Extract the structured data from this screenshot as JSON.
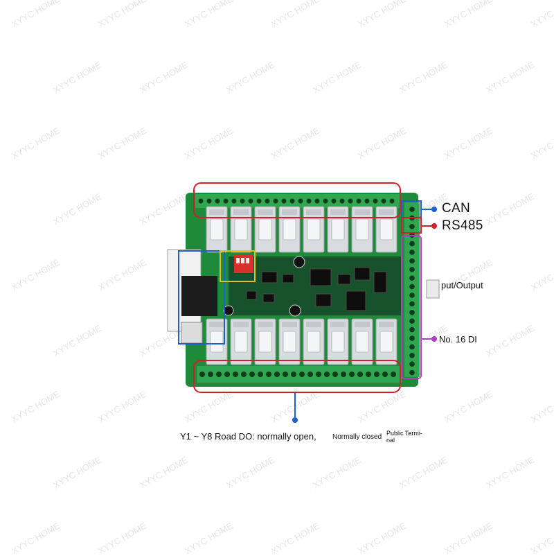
{
  "labels": {
    "can": "CAN",
    "rs485": "RS485",
    "input_output": "put/Output",
    "di": "No. 16 DI",
    "do_desc": "Y1 ~ Y8 Road DO: normally open,",
    "normally_closed": "Normally closed",
    "public_line1": "Public Termi-",
    "public_line2": "nal"
  },
  "watermark": "XYYC HOME",
  "colors": {
    "pcb": "#1e8a3a",
    "terminal": "#2fa64f",
    "relay": "#d9dcde",
    "highlight_red": "#d0202a",
    "highlight_blue": "#1e5fd0",
    "highlight_purple": "#b040c0",
    "highlight_yellow": "#e3c020"
  },
  "relay_rows": 2,
  "relays_per_row": 8
}
